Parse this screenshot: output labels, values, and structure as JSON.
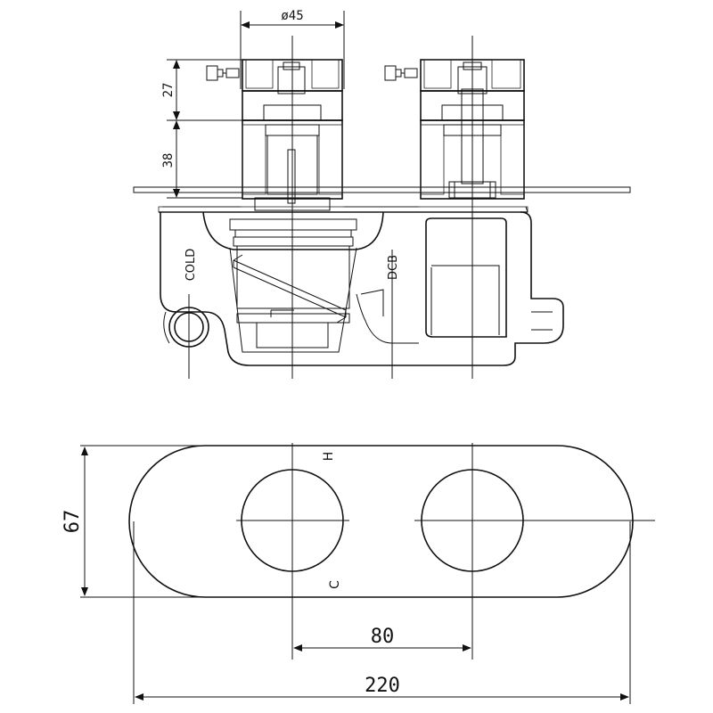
{
  "dimensions": {
    "diameter": "ø45",
    "depth_top": "27",
    "depth_mid": "38",
    "height": "67",
    "centres": "80",
    "width": "220"
  },
  "labels": {
    "cold": "COLD",
    "dcb": "DCB",
    "hot": "H",
    "cold_short": "C"
  }
}
